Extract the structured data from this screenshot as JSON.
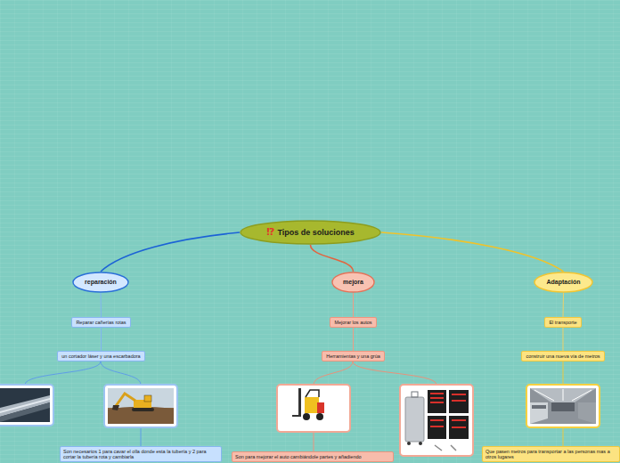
{
  "diagram": {
    "nodes": [
      {
        "text": [
          "⁉",
          "Tipos de soluciones"
        ]
      },
      {
        "text": [
          "reparación"
        ]
      },
      {
        "text": [
          "Reparar cañerías rotas"
        ]
      },
      {
        "text": [
          "un cortador láser y una escarbadora"
        ]
      },
      {
        "text": [
          "Son necesarios 1 para cavar el olla donde esta la tubería y 2 para cortar la tubería rota y cambiarla"
        ]
      },
      {
        "text": [
          "mejora"
        ]
      },
      {
        "text": [
          "Mejorar los autos"
        ]
      },
      {
        "text": [
          "Herramientas y una grúa"
        ]
      },
      {
        "text": [
          "Son para mejorar el auto cambiándole partes y añadiendo"
        ]
      },
      {
        "text": [
          "Adaptación"
        ]
      },
      {
        "text": [
          "El transporte"
        ]
      },
      {
        "text": [
          "construir una nueva vía de metros"
        ]
      },
      {
        "text": [
          "Que pasen metros para transportar a las personas mas a otros lugares"
        ]
      }
    ],
    "edges": [
      {
        "from": 0,
        "to": 1,
        "arrow": "none"
      },
      {
        "from": 1,
        "to": 2,
        "arrow": "none"
      },
      {
        "from": 2,
        "to": 3,
        "arrow": "none"
      },
      {
        "from": 0,
        "to": 5,
        "arrow": "none"
      },
      {
        "from": 5,
        "to": 6,
        "arrow": "none"
      },
      {
        "from": 6,
        "to": 7,
        "arrow": "none"
      },
      {
        "from": 0,
        "to": 9,
        "arrow": "none"
      },
      {
        "from": 9,
        "to": 10,
        "arrow": "none"
      },
      {
        "from": 10,
        "to": 11,
        "arrow": "none"
      }
    ]
  }
}
